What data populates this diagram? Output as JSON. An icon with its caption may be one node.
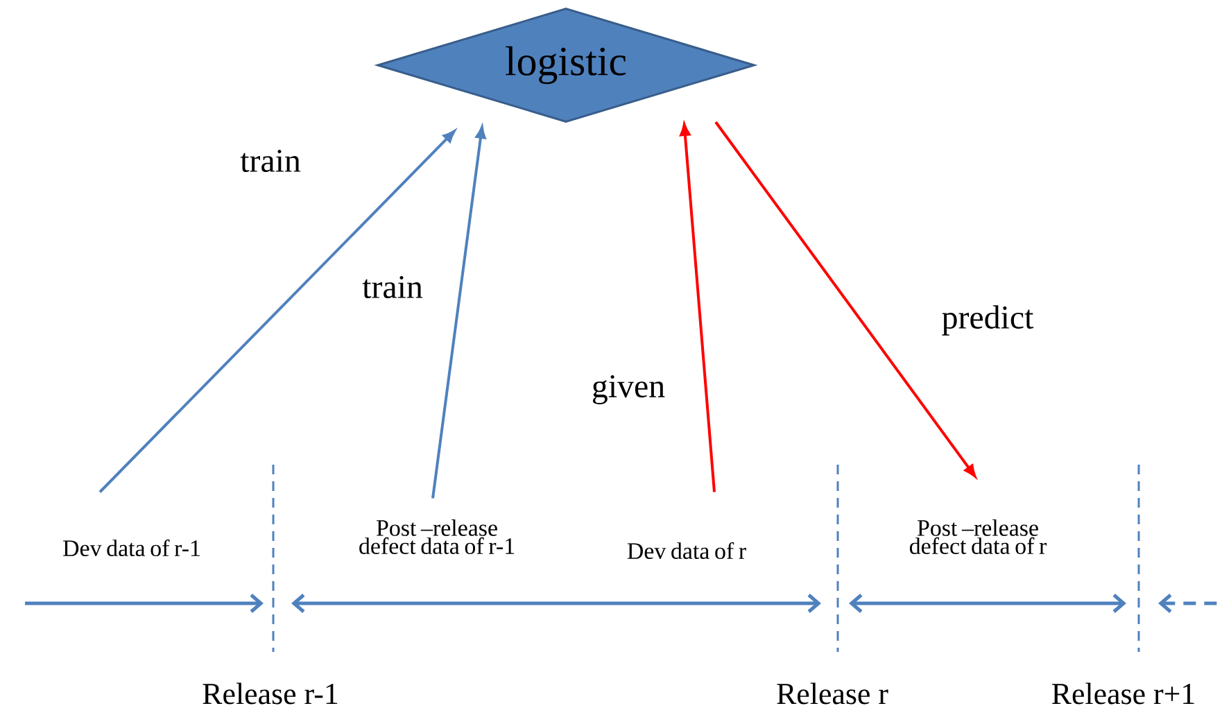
{
  "diagram": {
    "nodes": [
      {
        "text": [
          "logistic"
        ]
      },
      {
        "text": [
          "Dev data of r-1"
        ]
      },
      {
        "text": [
          "Post –release defect data of r-1"
        ]
      },
      {
        "text": [
          "Dev data of r"
        ]
      },
      {
        "text": [
          "Post –release defect data of r"
        ]
      }
    ],
    "edges": [
      {
        "from": 1,
        "to": 0,
        "arrow": "to",
        "label": "train",
        "color": "#4f81bd"
      },
      {
        "from": 2,
        "to": 0,
        "arrow": "to",
        "label": "train",
        "color": "#4f81bd"
      },
      {
        "from": 3,
        "to": 0,
        "arrow": "to",
        "label": "given",
        "color": "#ff0000"
      },
      {
        "from": 0,
        "to": 4,
        "arrow": "to",
        "label": "predict",
        "color": "#ff0000"
      }
    ],
    "labels": [
      "Release r-1",
      "Release r",
      "Release r+1"
    ]
  }
}
